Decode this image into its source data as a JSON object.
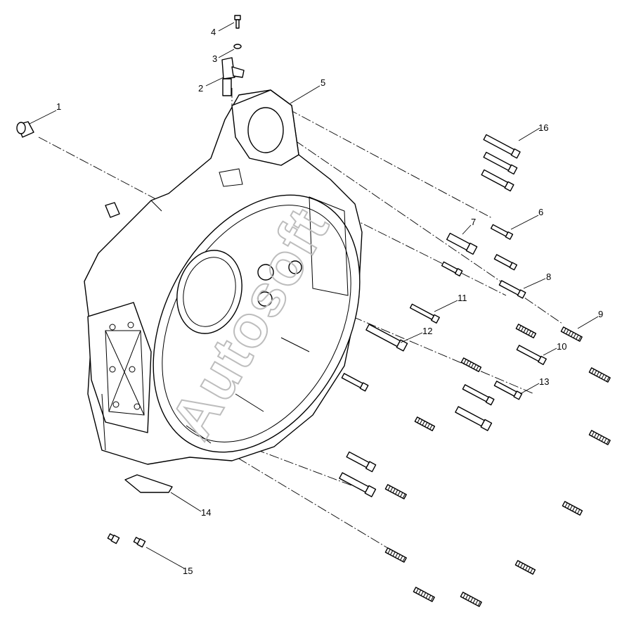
{
  "watermark": "Autosoft",
  "callouts": [
    "1",
    "2",
    "3",
    "4",
    "5",
    "6",
    "7",
    "8",
    "9",
    "10",
    "11",
    "12",
    "13",
    "14",
    "15",
    "16"
  ]
}
